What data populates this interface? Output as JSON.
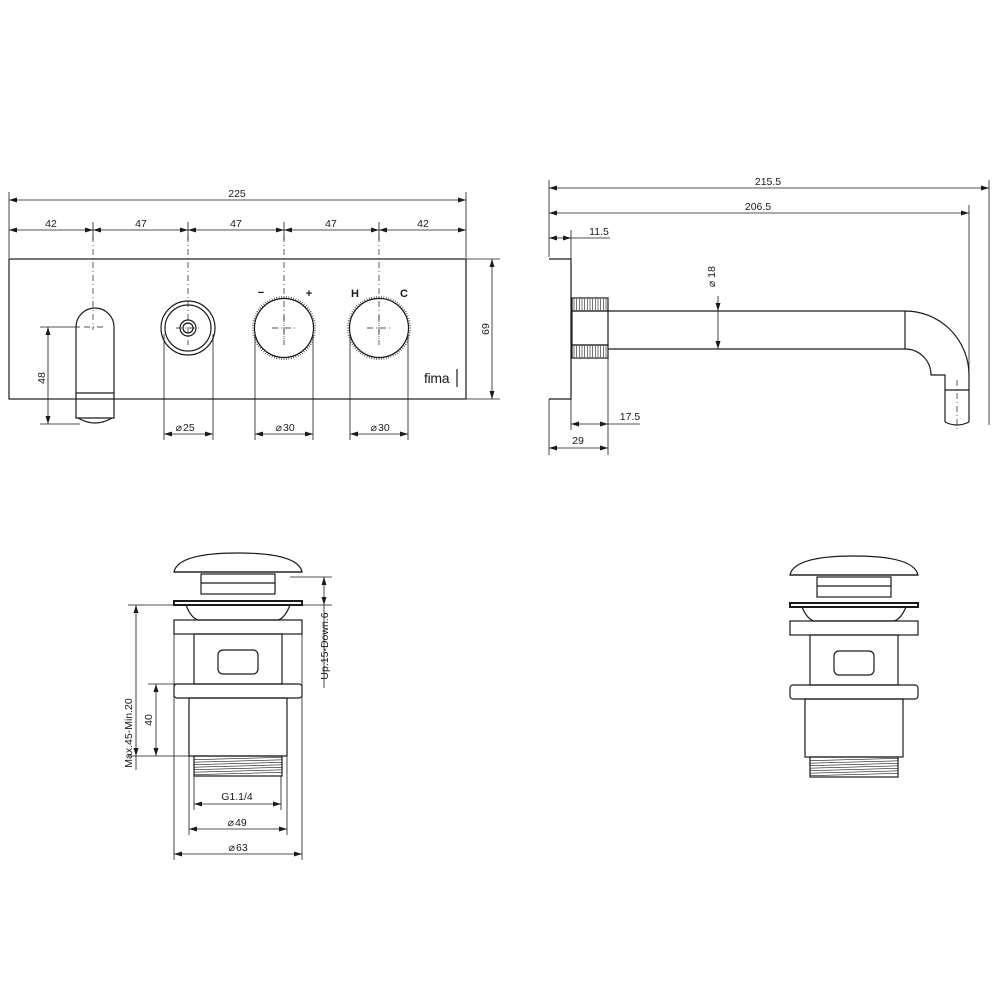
{
  "front_view": {
    "overall_width": "225",
    "spacing_1": "42",
    "spacing_2": "47",
    "spacing_3": "47",
    "spacing_4": "47",
    "spacing_5": "42",
    "height": "69",
    "spout_height": "48",
    "dia_diverter": "25",
    "dia_knob_left": "30",
    "dia_knob_right": "30",
    "minus_label": "−",
    "plus_label": "+",
    "hot_label": "H",
    "cold_label": "C",
    "brand_logo": "fima"
  },
  "side_view": {
    "overall_length": "215.5",
    "spout_length": "206.5",
    "plate_offset": "11.5",
    "spout_diameter": "18",
    "body_depth": "17.5",
    "total_depth": "29"
  },
  "waste_view": {
    "adjustment": "Up.15-Down.6",
    "height_range": "Max.45-Min.20",
    "body_height": "40",
    "thread": "G1.1/4",
    "body_diameter": "49",
    "flange_diameter": "63"
  },
  "symbols": {
    "diameter": "⌀"
  }
}
